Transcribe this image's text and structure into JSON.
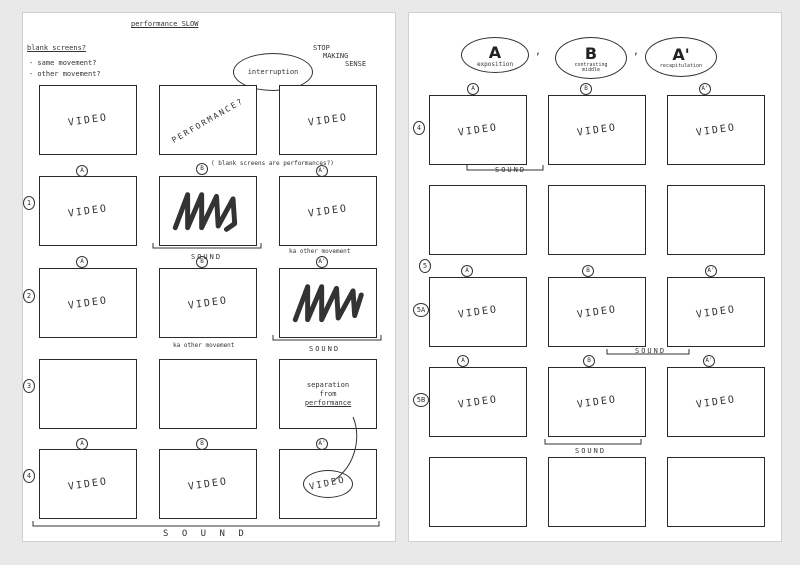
{
  "left": {
    "title": "performance SLOW",
    "notes": [
      "blank screens?",
      "- same movement?",
      "- other movement?"
    ],
    "bubble": "interruption",
    "stop_note": [
      "STOP",
      "MAKING",
      "SENSE"
    ],
    "video": "VIDEO",
    "performance": "PERFORMANCE?",
    "blank_note": "( blank screens are performances?)",
    "other_movement_1": "ka other movement",
    "other_movement_2": "ka other movement",
    "separation": [
      "separation",
      "from",
      "performance"
    ],
    "sound": "SOUND",
    "sound_big": "S O U N D",
    "row_nums": [
      "1",
      "2",
      "3",
      "4"
    ],
    "letters": [
      "A",
      "B",
      "A'"
    ]
  },
  "right": {
    "header_letters": [
      "A",
      "B",
      "A'"
    ],
    "header_labels": [
      "exposition",
      "contrasting middle",
      "recapitulation"
    ],
    "video": "VIDEO",
    "sound": "SOUND",
    "row_nums": [
      "4",
      "5",
      "5A",
      "5B"
    ],
    "letters": [
      "A",
      "B",
      "A'"
    ]
  }
}
